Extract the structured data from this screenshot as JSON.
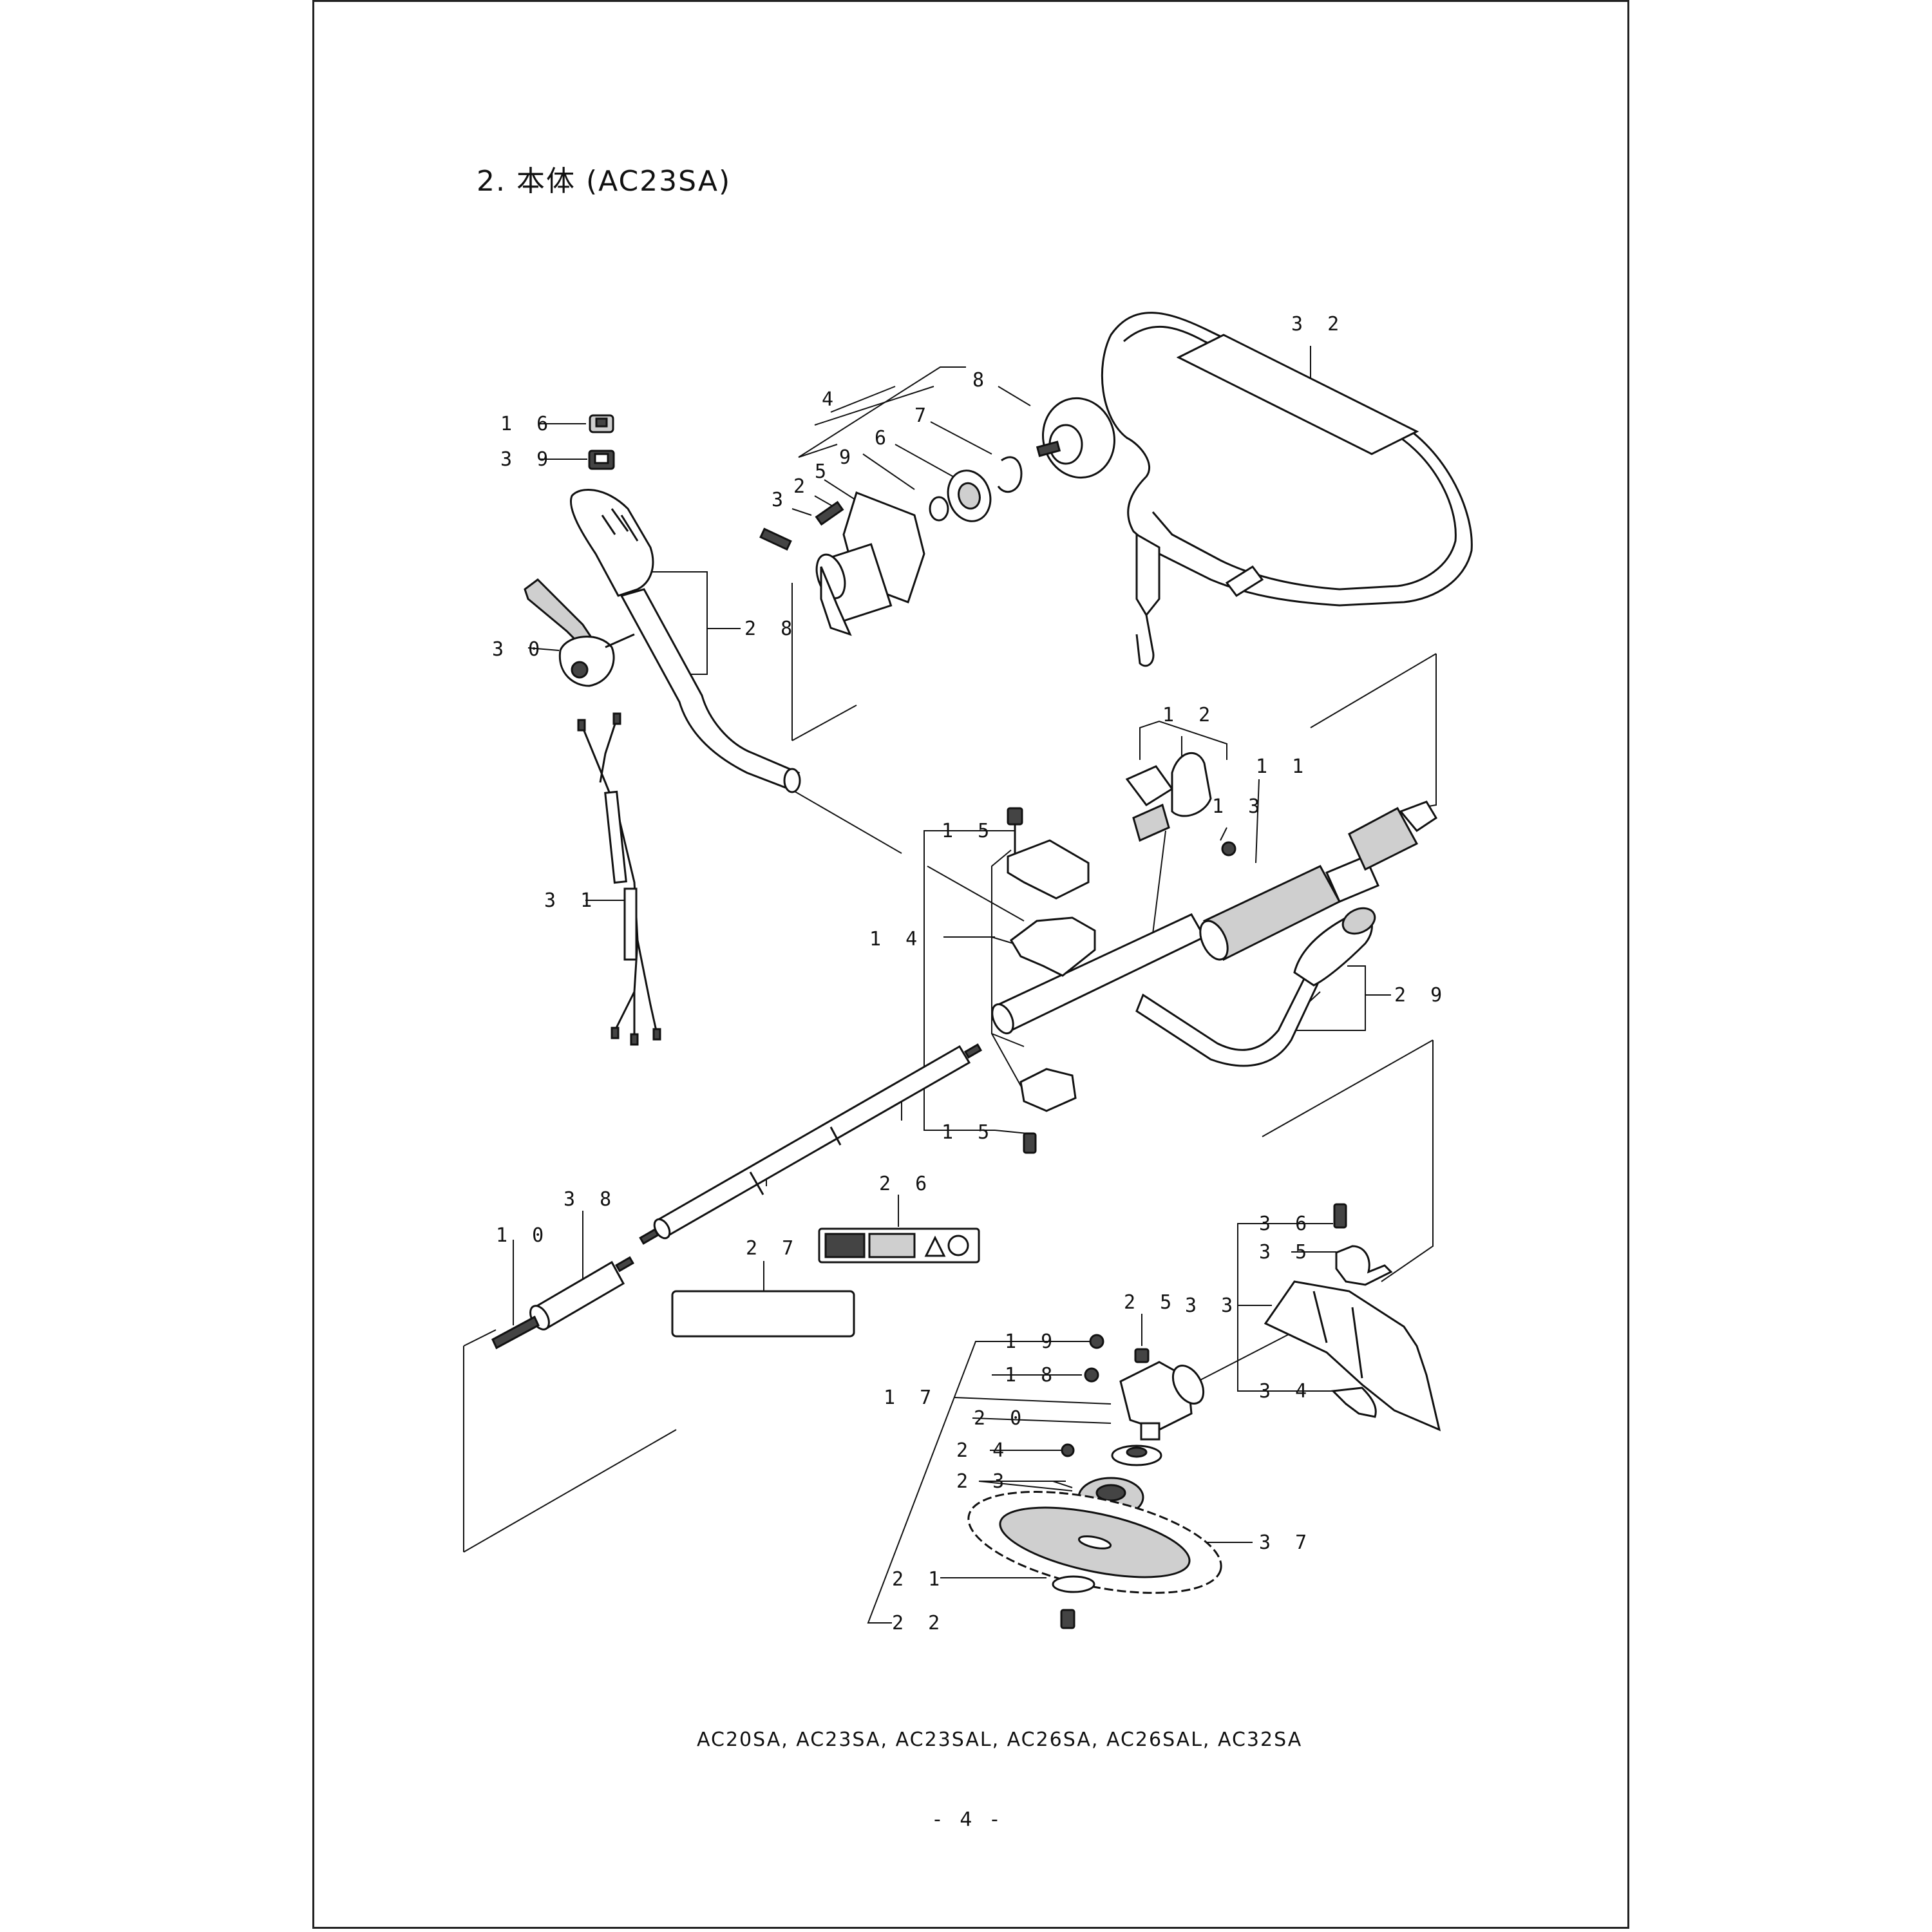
{
  "title": "2. 本体 (AC23SA)",
  "models": "AC20SA, AC23SA, AC23SAL, AC26SA, AC26SAL, AC32SA",
  "page_number": "- 4 -",
  "callouts": [
    {
      "id": "c1",
      "number": "1 6"
    },
    {
      "id": "c2",
      "number": "3 9"
    },
    {
      "id": "c3",
      "number": "3 0"
    },
    {
      "id": "c4",
      "number": "2 8"
    },
    {
      "id": "c5",
      "number": "3 1"
    },
    {
      "id": "c6",
      "number": "4"
    },
    {
      "id": "c7",
      "number": "7"
    },
    {
      "id": "c8",
      "number": "8"
    },
    {
      "id": "c9",
      "number": "6"
    },
    {
      "id": "c10",
      "number": "9"
    },
    {
      "id": "c11",
      "number": "5"
    },
    {
      "id": "c12",
      "number": "2"
    },
    {
      "id": "c13",
      "number": "3"
    },
    {
      "id": "c14",
      "number": "3 2"
    },
    {
      "id": "c15",
      "number": "1 2"
    },
    {
      "id": "c16",
      "number": "1 1"
    },
    {
      "id": "c17",
      "number": "1 3"
    },
    {
      "id": "c18",
      "number": "1 5"
    },
    {
      "id": "c19",
      "number": "1 4"
    },
    {
      "id": "c20",
      "number": "2 9"
    },
    {
      "id": "c21",
      "number": "1 5"
    },
    {
      "id": "c22",
      "number": "2 6"
    },
    {
      "id": "c23",
      "number": "3 8"
    },
    {
      "id": "c24",
      "number": "1 0"
    },
    {
      "id": "c25",
      "number": "2 7"
    },
    {
      "id": "c26",
      "number": "3 6"
    },
    {
      "id": "c27",
      "number": "3 5"
    },
    {
      "id": "c28",
      "number": "3 3"
    },
    {
      "id": "c29",
      "number": "3 4"
    },
    {
      "id": "c30",
      "number": "2 5"
    },
    {
      "id": "c31",
      "number": "1 9"
    },
    {
      "id": "c32",
      "number": "1 8"
    },
    {
      "id": "c33",
      "number": "1 7"
    },
    {
      "id": "c34",
      "number": "2 0"
    },
    {
      "id": "c35",
      "number": "2 4"
    },
    {
      "id": "c36",
      "number": "2 3"
    },
    {
      "id": "c37",
      "number": "3 7"
    },
    {
      "id": "c38",
      "number": "2 1"
    },
    {
      "id": "c39",
      "number": "2 2"
    }
  ]
}
